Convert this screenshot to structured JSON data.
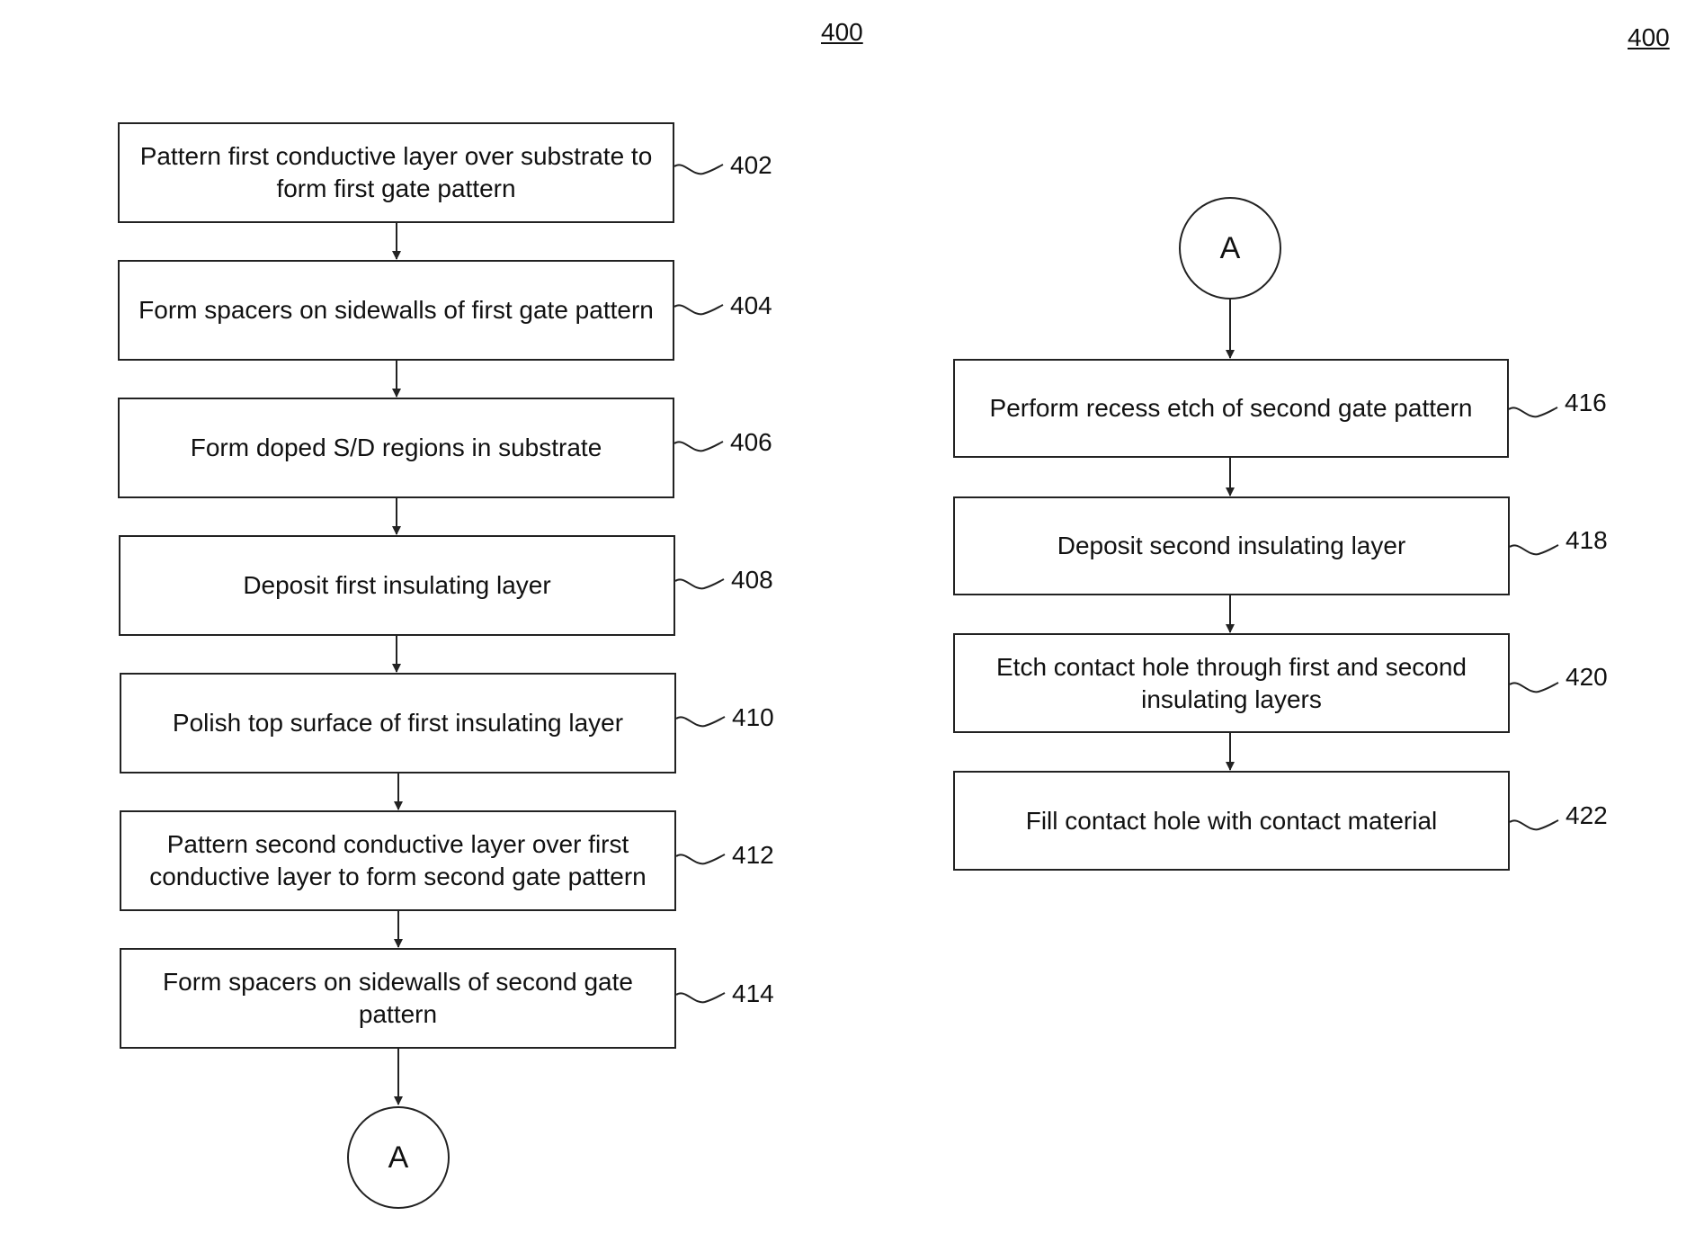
{
  "header": {
    "figure_number_center": "400",
    "figure_number_right": "400"
  },
  "left_column": {
    "steps": [
      {
        "text": "Pattern first conductive layer over substrate to form first gate pattern",
        "ref": "402"
      },
      {
        "text": "Form spacers on sidewalls of first gate pattern",
        "ref": "404"
      },
      {
        "text": "Form doped S/D regions in substrate",
        "ref": "406"
      },
      {
        "text": "Deposit first insulating layer",
        "ref": "408"
      },
      {
        "text": "Polish top surface of first insulating layer",
        "ref": "410"
      },
      {
        "text": "Pattern second conductive layer over first conductive layer to form second gate pattern",
        "ref": "412"
      },
      {
        "text": "Form spacers on sidewalls of second gate pattern",
        "ref": "414"
      }
    ],
    "connector_label": "A"
  },
  "right_column": {
    "connector_label": "A",
    "steps": [
      {
        "text": "Perform recess etch of second gate pattern",
        "ref": "416"
      },
      {
        "text": "Deposit second insulating layer",
        "ref": "418"
      },
      {
        "text": "Etch contact hole through first and second insulating layers",
        "ref": "420"
      },
      {
        "text": "Fill contact hole with contact material",
        "ref": "422"
      }
    ]
  }
}
